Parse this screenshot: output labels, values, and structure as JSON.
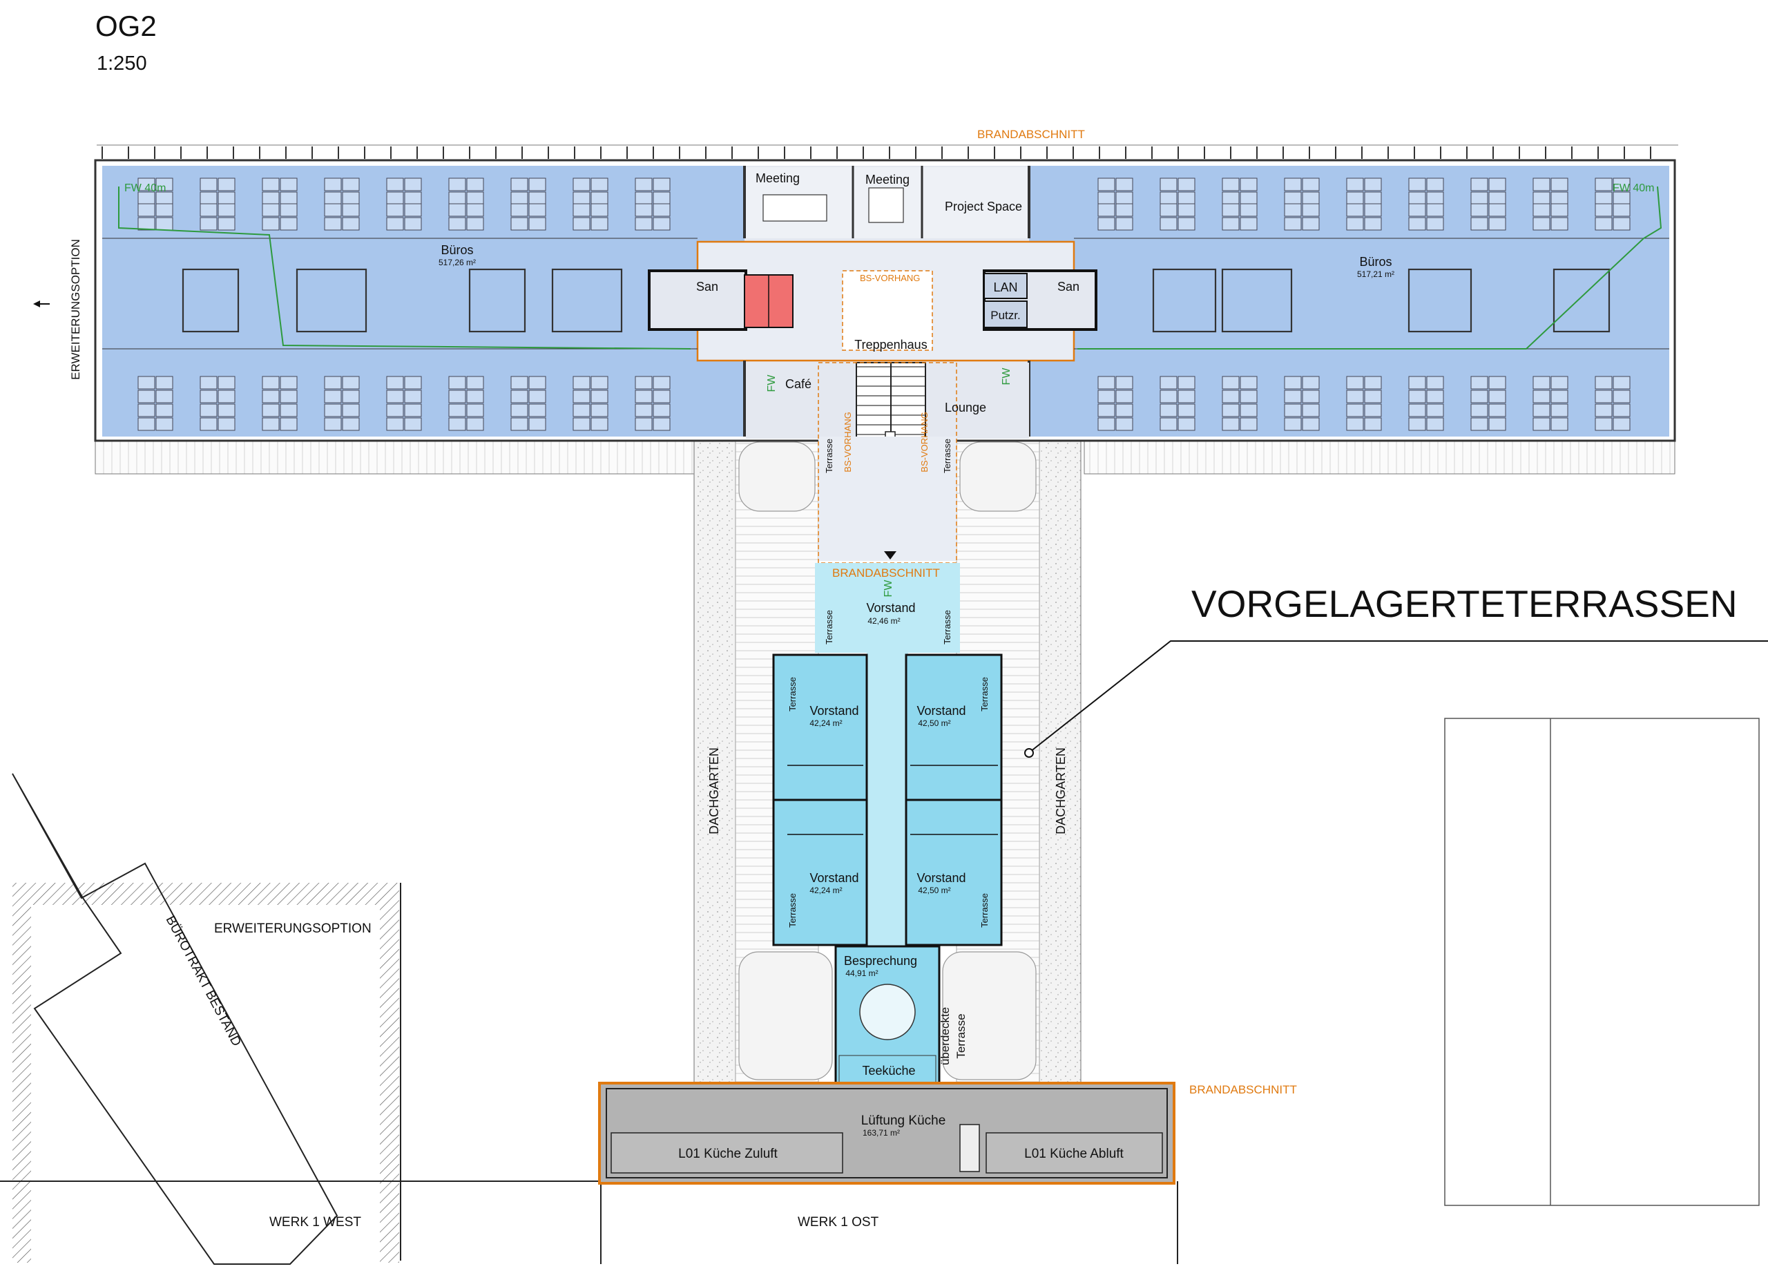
{
  "header": {
    "floor": "OG2",
    "scale": "1:250"
  },
  "colors": {
    "office": "#a9c6ec",
    "vorstand": "#8fd8ee",
    "vorstand_corridor": "#bdeaf6",
    "core": "#e4e8f0",
    "orange": "#e07a10",
    "green": "#2e9a3e",
    "stair_red": "#f07070",
    "roof_grey": "#b3b3b3"
  },
  "labels": {
    "brandabschnitt_top": "BRANDABSCHNITT",
    "brandabschnitt_mid": "BRANDABSCHNITT",
    "brandabschnitt_bottom": "BRANDABSCHNITT",
    "bs_vorhang_top": "BS-VORHANG",
    "bs_vorhang_left": "BS-VORHANG",
    "bs_vorhang_right": "BS-VORHANG",
    "erweiterungsoption_left": "ERWEITERUNGSOPTION",
    "erweiterungsoption_bottom": "ERWEITERUNGSOPTION",
    "buerotrakt_bestand": "BÜROTRAKT BESTAND",
    "dachgarten_left": "DACHGARTEN",
    "dachgarten_right": "DACHGARTEN",
    "werk_west": "WERK 1 WEST",
    "werk_ost": "WERK 1 OST",
    "callout": "VORGELAGERTETERRASSEN",
    "fw_left": "FW 40m",
    "fw_right": "FW 40m",
    "fw": "FW"
  },
  "rooms": {
    "bueros_left": {
      "name": "Büros",
      "area": "517,26 m²"
    },
    "bueros_right": {
      "name": "Büros",
      "area": "517,21 m²"
    },
    "meeting_1": "Meeting",
    "meeting_2": "Meeting",
    "project_space": "Project Space",
    "san_left": "San",
    "san_right": "San",
    "lan": "LAN",
    "putzr": "Putzr.",
    "treppenhaus": "Treppenhaus",
    "cafe": "Café",
    "lounge": "Lounge",
    "terrasse": "Terrasse",
    "vorstand_main": {
      "name": "Vorstand",
      "area": "42,46 m²"
    },
    "vorstand_tl": {
      "name": "Vorstand",
      "area": "42,24 m²"
    },
    "vorstand_tr": {
      "name": "Vorstand",
      "area": "42,50 m²"
    },
    "vorstand_bl": {
      "name": "Vorstand",
      "area": "42,24 m²"
    },
    "vorstand_br": {
      "name": "Vorstand",
      "area": "42,50 m²"
    },
    "besprechung": {
      "name": "Besprechung",
      "area": "44,91 m²"
    },
    "teekueche": "Teeküche",
    "ueberdeckte_terrasse_1": "überdeckte",
    "ueberdeckte_terrasse_2": "Terrasse",
    "lueftung_kueche": {
      "name": "Lüftung Küche",
      "area": "163,71 m²"
    },
    "kueche_zuluft": "L01 Küche Zuluft",
    "kueche_abluft": "L01 Küche Abluft"
  }
}
